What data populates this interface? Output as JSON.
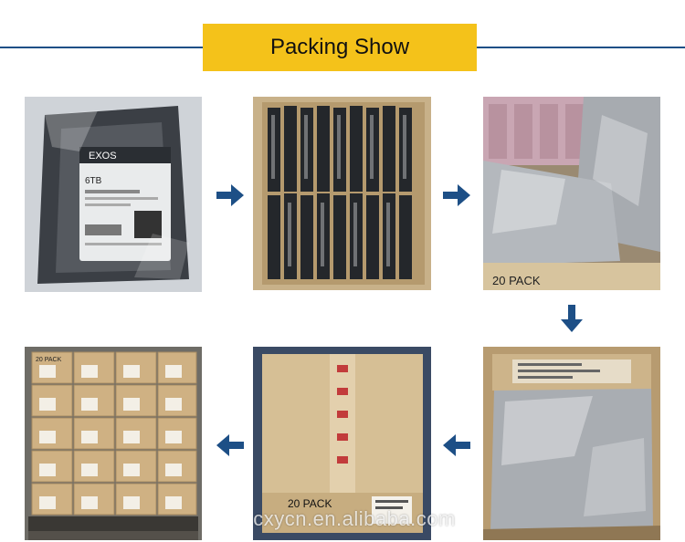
{
  "header": {
    "title": "Packing Show"
  },
  "photos": {
    "drive_label": {
      "brand": "EXOS",
      "capacity": "6TB"
    },
    "box_label": "20 PACK",
    "pallet_label": "20 PACK"
  },
  "watermark": "cxycn.en.alibaba.com",
  "colors": {
    "banner": "#f4c21a",
    "line": "#1d4f86",
    "arrow": "#1d4f86"
  },
  "icons": {
    "arrow": "arrow-right-icon"
  }
}
